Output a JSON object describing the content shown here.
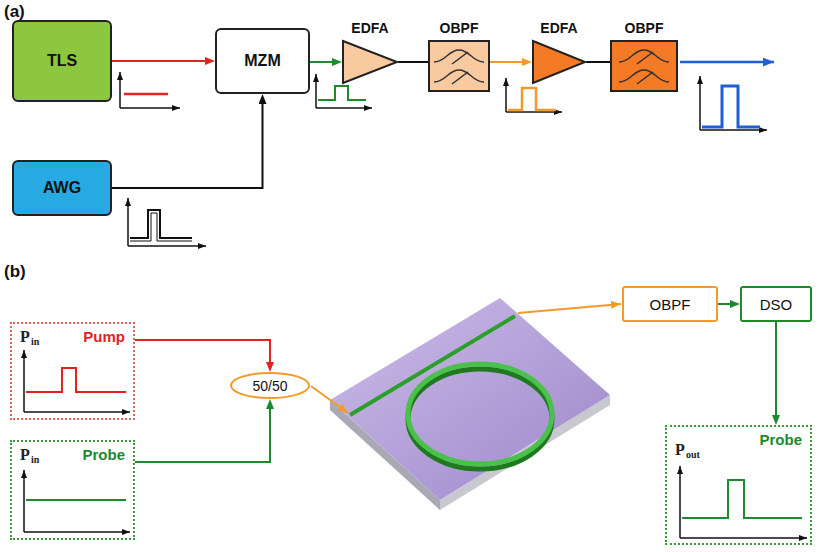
{
  "diagram": {
    "nodes": [
      {
        "text": [
          "TLS"
        ]
      },
      {
        "text": [
          "MZM"
        ]
      },
      {
        "text": [
          "EDFA"
        ]
      },
      {
        "text": [
          "OBPF"
        ]
      },
      {
        "text": [
          "EDFA"
        ]
      },
      {
        "text": [
          "OBPF"
        ]
      },
      {
        "text": [
          "AWG"
        ]
      },
      {
        "text": [
          "P",
          "in",
          "Pump"
        ]
      },
      {
        "text": [
          "P",
          "in",
          "Probe"
        ]
      },
      {
        "text": [
          "50/50"
        ]
      },
      {
        "text": [
          "OBPF"
        ]
      },
      {
        "text": [
          "DSO"
        ]
      },
      {
        "text": [
          "Probe",
          "P",
          "out"
        ]
      }
    ],
    "edges": [
      {
        "from": 0,
        "to": 1,
        "arrow": "to"
      },
      {
        "from": 6,
        "to": 1,
        "arrow": "to"
      },
      {
        "from": 1,
        "to": 2,
        "arrow": "to"
      },
      {
        "from": 2,
        "to": 3,
        "arrow": "none"
      },
      {
        "from": 3,
        "to": 4,
        "arrow": "to"
      },
      {
        "from": 4,
        "to": 5,
        "arrow": "none"
      },
      {
        "from": 7,
        "to": 9,
        "arrow": "to"
      },
      {
        "from": 8,
        "to": 9,
        "arrow": "to"
      },
      {
        "from": 10,
        "to": 11,
        "arrow": "to"
      },
      {
        "from": 11,
        "to": 12,
        "arrow": "to"
      }
    ],
    "labels": [
      "(a)",
      "(b)"
    ]
  }
}
